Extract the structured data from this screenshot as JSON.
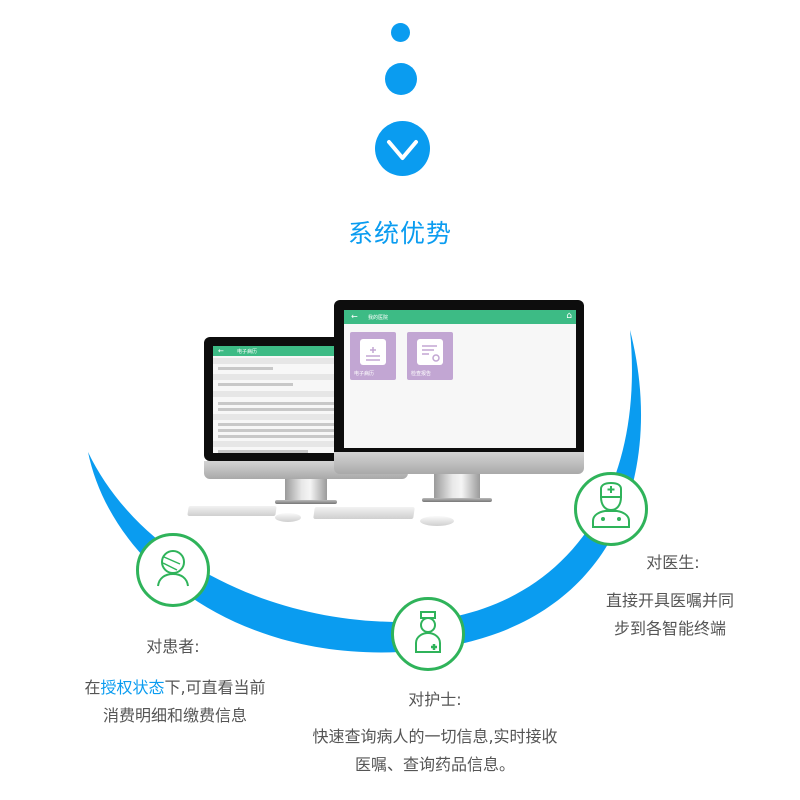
{
  "header": {
    "title": "系统优势",
    "chevron_icon": "chevron-down-icon"
  },
  "colors": {
    "accent_blue": "#0a9cf0",
    "icon_green": "#2fb35a",
    "app_bar_green": "#3dbb85",
    "card_purple": "#c2a6d3",
    "text_gray": "#555555"
  },
  "monitor_back": {
    "app_bar_title": "电子病历"
  },
  "monitor_front": {
    "app_bar_title": "我的医院",
    "cards": [
      {
        "label": "电子病历",
        "icon": "calendar-plus-icon"
      },
      {
        "label": "检查报告",
        "icon": "report-stethoscope-icon"
      }
    ]
  },
  "roles": {
    "patient": {
      "title": "对患者:",
      "desc_prefix": "在",
      "desc_highlight": "授权状态",
      "desc_suffix": "下,可直看当前",
      "desc_line2": "消费明细和缴费信息",
      "icon": "patient-bandaged-icon"
    },
    "nurse": {
      "title": "对护士:",
      "desc_line1": "快速查询病人的一切信息,实时接收",
      "desc_line2": "医嘱、查询药品信息。",
      "icon": "nurse-icon"
    },
    "doctor": {
      "title": "对医生:",
      "desc_line1": "直接开具医嘱并同",
      "desc_line2": "步到各智能终端",
      "icon": "doctor-icon"
    }
  }
}
